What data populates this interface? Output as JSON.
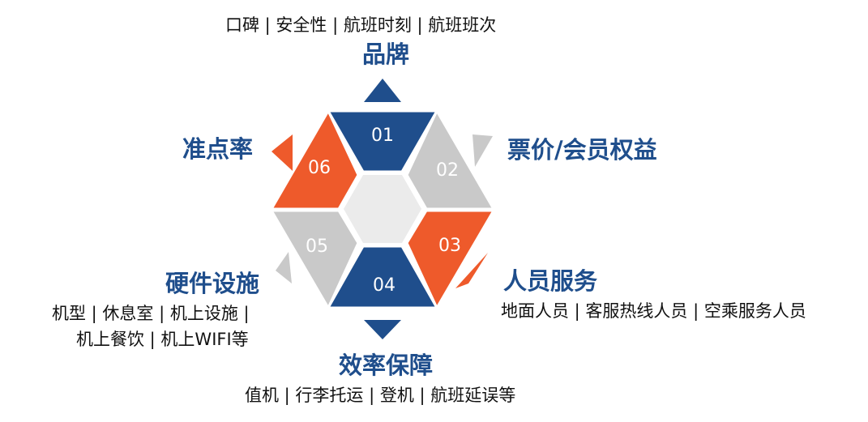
{
  "colors": {
    "navy": "#1f4e8c",
    "orange": "#ee5a2b",
    "gray": "#c9c9c9",
    "center": "#ebebeb",
    "title": "#1f4e8c",
    "text": "#111111"
  },
  "segments": [
    {
      "number": "01",
      "title": "品牌",
      "color": "navy",
      "details": [
        "口碑 | 安全性 | 航班时刻 | 航班班次"
      ]
    },
    {
      "number": "02",
      "title": "票价/会员权益",
      "color": "gray",
      "details": []
    },
    {
      "number": "03",
      "title": "人员服务",
      "color": "orange",
      "details": [
        "地面人员 | 客服热线人员 | 空乘服务人员"
      ]
    },
    {
      "number": "04",
      "title": "效率保障",
      "color": "navy",
      "details": [
        "值机 | 行李托运 | 登机 | 航班延误等"
      ]
    },
    {
      "number": "05",
      "title": "硬件设施",
      "color": "gray",
      "details": [
        "机型 | 休息室 | 机上设施 |",
        "机上餐饮 | 机上WIFI等"
      ]
    },
    {
      "number": "06",
      "title": "准点率",
      "color": "orange",
      "details": []
    }
  ]
}
